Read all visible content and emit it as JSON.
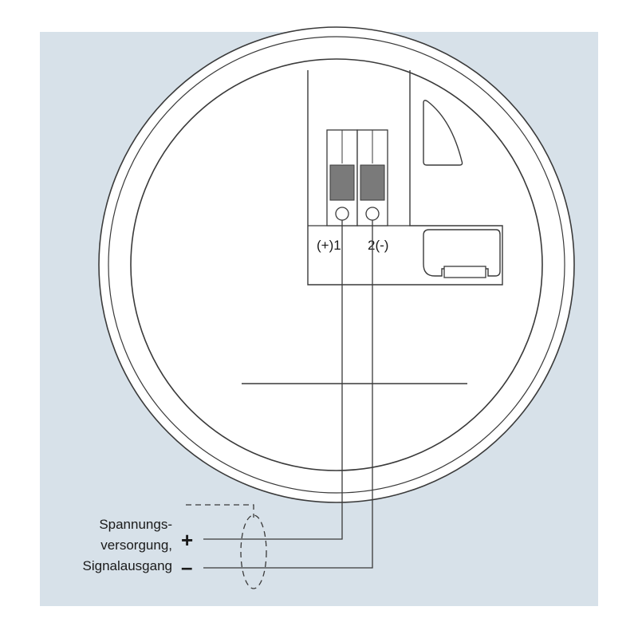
{
  "colors": {
    "panel_background": "#d7e1e9",
    "housing_fill": "#ffffff",
    "line": "#3a3a3a",
    "terminal_contact": "#7a7a7a"
  },
  "terminals": {
    "positive_label": "(+)1",
    "negative_label": "2(-)"
  },
  "caption": {
    "line1": "Spannungs-",
    "line2": "versorgung,",
    "line3": "Signalausgang"
  },
  "polarity": {
    "plus": "+",
    "minus": "–"
  }
}
